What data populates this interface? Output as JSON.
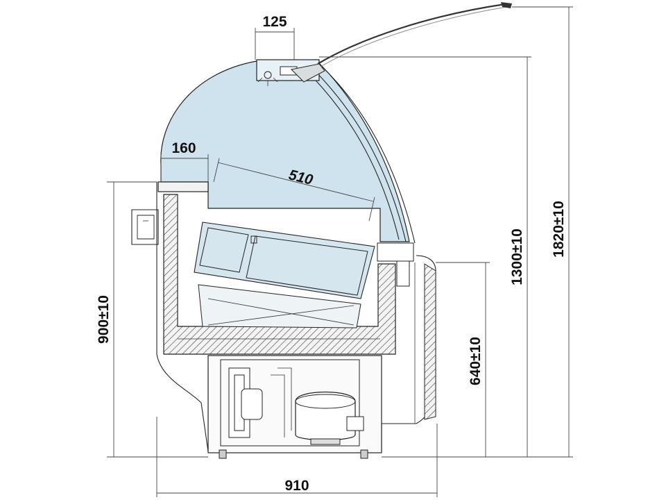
{
  "dimensions": {
    "top_width": "125",
    "ledge_width": "160",
    "tray_width": "510",
    "counter_height": "900±10",
    "front_height": "640±10",
    "glass_height": "1300±10",
    "total_height": "1820±10",
    "depth": "910"
  },
  "colors": {
    "glass_fill": "#cfe3ee",
    "line": "#222222"
  }
}
